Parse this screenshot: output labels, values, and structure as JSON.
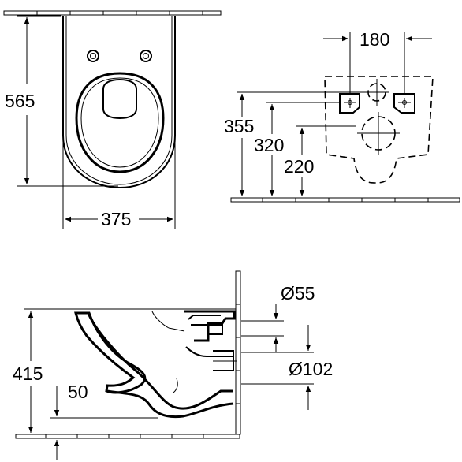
{
  "dimensions": {
    "top_view_height": "565",
    "top_view_width": "375",
    "fixing_distance": "180",
    "fixing_height_upper": "355",
    "fixing_height_mid": "320",
    "fixing_height_lower": "220",
    "outlet_diameter_small": "Ø55",
    "outlet_diameter_large": "Ø102",
    "side_view_height": "415",
    "side_view_offset": "50"
  }
}
